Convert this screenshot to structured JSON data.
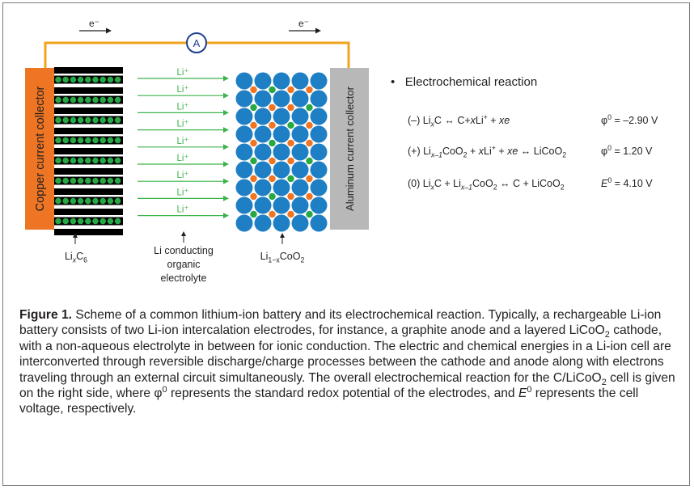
{
  "diagram": {
    "electron_label_left": "e⁻",
    "electron_label_right": "e⁻",
    "ammeter_label": "A",
    "copper_collector": "Copper current collector",
    "aluminum_collector": "Aluminum current collector",
    "li_ion_label": "Li⁺",
    "anode_label_base": "Li",
    "anode_label_x": "x",
    "anode_label_rest": "C",
    "anode_label_sub": "6",
    "electrolyte_label": [
      "Li conducting",
      "organic",
      "electrolyte"
    ],
    "cathode_label_base": "Li",
    "cathode_label_sub": "1−x",
    "cathode_label_rest": "CoO",
    "cathode_label_sub2": "2",
    "colors": {
      "wire": "#f1a51c",
      "copper": "#ee7523",
      "aluminum": "#b8b8b8",
      "graphite": "#000000",
      "li_dot": "#28a745",
      "arrow": "#3cb44b",
      "co_sphere": "#1f7fc4",
      "o_dot": "#ee7523"
    }
  },
  "reactions": {
    "bullet": "•",
    "heading": "Electrochemical reaction",
    "r1_prefix": "(–) Li",
    "r1_x": "x",
    "r1_mid": "C ↔ C+",
    "r1_x2": "x",
    "r1_li": "Li",
    "r1_plus": "+",
    "r1_end": " + ",
    "r1_x3": "x",
    "r1_e": "e",
    "r1_pot_sym": "φ",
    "r1_pot_sup": "0",
    "r1_pot_val": " = –2.90 V",
    "r2_prefix": "(+) Li",
    "r2_sub": "x–1",
    "r2_mid": "CoO",
    "r2_sub2": "2",
    "r2_mid2": " + ",
    "r2_x": "x",
    "r2_li": "Li",
    "r2_plus": "+",
    "r2_end1": " + ",
    "r2_x2": "x",
    "r2_e": "e",
    "r2_end2": " ↔ LiCoO",
    "r2_sub3": "2",
    "r2_pot_sym": "φ",
    "r2_pot_sup": "0",
    "r2_pot_val": " = 1.20 V",
    "r3_prefix": "(0) Li",
    "r3_x": "x",
    "r3_mid": "C + Li",
    "r3_sub": "x–1",
    "r3_mid2": "CoO",
    "r3_sub2": "2",
    "r3_mid3": " ↔ C + LiCoO",
    "r3_sub3": "2",
    "r3_pot_sym": "E",
    "r3_pot_sup": "0",
    "r3_pot_val": " = 4.10 V"
  },
  "caption": {
    "label": "Figure 1.",
    "t1": " Scheme of a common lithium-ion battery and its electrochemical reaction. Typically, a rechargeable Li-ion battery consists of two Li-ion intercalation electrodes, for instance, a graphite anode and a layered LiCoO",
    "t1_sub": "2",
    "t2": " cathode, with a non-aqueous electrolyte in between for ionic conduction. The electric and chemical energies in a Li-ion cell are interconverted through reversible discharge/charge processes between the cathode and anode along with electrons traveling through an external circuit simultaneously. The overall electrochemical reaction for the C/LiCoO",
    "t2_sub": "2",
    "t3": " cell is given on the right side, where φ",
    "t3_sup": "0",
    "t4": " represents the standard redox potential of the electrodes, and ",
    "t4_e": "E",
    "t4_sup": "0",
    "t5": " represents the cell voltage, respectively."
  }
}
